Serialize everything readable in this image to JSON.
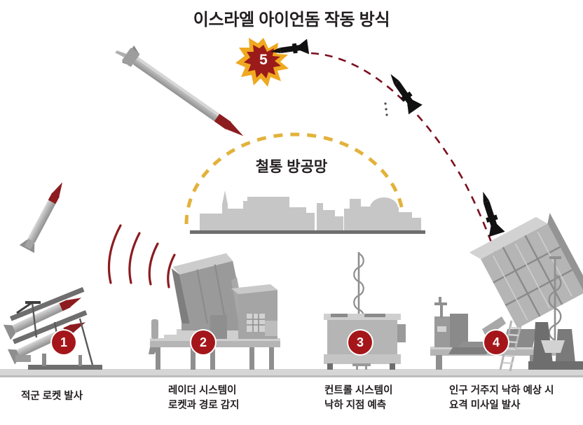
{
  "header": {
    "title": "이스라엘 아이언돔 작동 방식"
  },
  "dome": {
    "label": "철통 방공망",
    "arc_color": "#e3b23c",
    "style": "dashed"
  },
  "colors": {
    "badge_red": "#a4161a",
    "trajectory_maroon": "#7a1020",
    "dome_gold": "#e3b23c",
    "burst_outer": "#efa820",
    "burst_inner": "#9b1b1b",
    "equipment_gray": "#b3b3b3",
    "equipment_dark": "#6e6e6e",
    "city_gray": "#c6c6c6",
    "ground_gray": "#d6d6d6",
    "text_dark": "#231f20"
  },
  "steps": [
    {
      "number": "1",
      "caption": "적군 로켓 발사",
      "icon": "rocket-launcher-icon"
    },
    {
      "number": "2",
      "caption": "레이더 시스템이\n로켓과 경로 감지",
      "icon": "radar-station-icon"
    },
    {
      "number": "3",
      "caption": "컨트롤 시스템이\n낙하 지점 예측",
      "icon": "control-unit-icon"
    },
    {
      "number": "4",
      "caption": "인구 거주지 낙하 예상 시\n요격 미사일 발사",
      "icon": "interceptor-launcher-icon"
    },
    {
      "number": "5",
      "caption": "",
      "icon": "explosion-burst-icon"
    }
  ],
  "scene": {
    "enemy_rocket": "gray rocket with dark red nose cone ascending to the right",
    "radar_waves": "four dark red arc waves",
    "interceptor_missiles": "three black interceptor missiles along maroon dashed arc",
    "city_skyline": "gray city silhouette with minaret and dome"
  }
}
